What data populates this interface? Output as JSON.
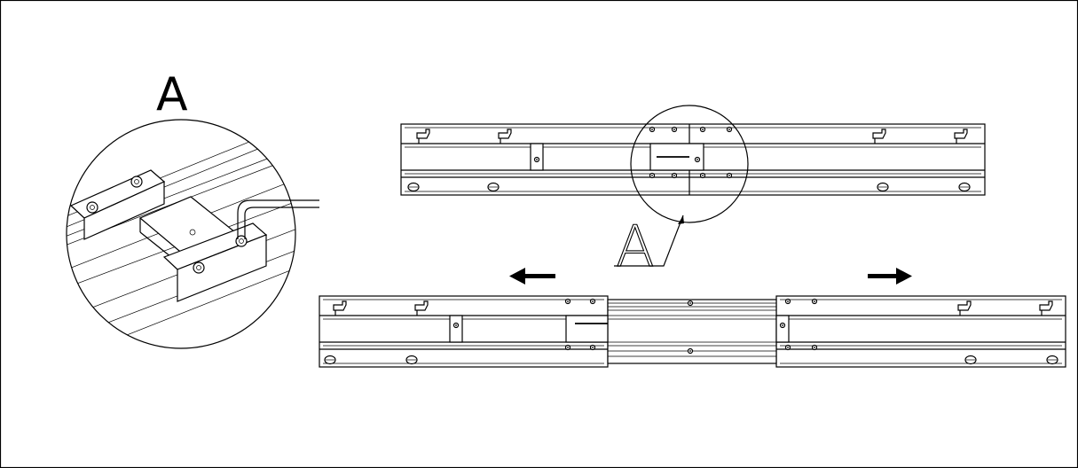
{
  "diagram": {
    "detail_label": "A",
    "callout_label": "A",
    "arrow_left": "left-arrow",
    "arrow_right": "right-arrow"
  }
}
